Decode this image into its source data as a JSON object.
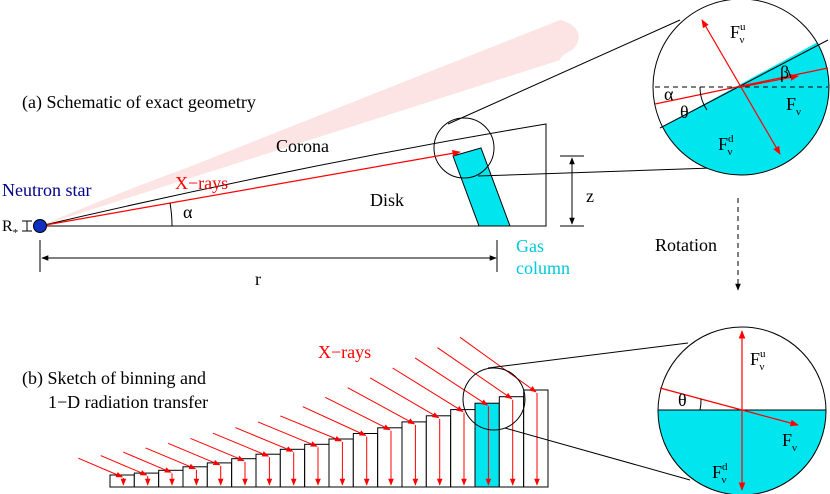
{
  "colors": {
    "corona": "#fde4e4",
    "red": "#ff0000",
    "cyan": "#00e5ee",
    "star": "#1030c0",
    "dark_blue": "#00008b",
    "black": "#000000"
  },
  "panel_a": {
    "caption": "(a)  Schematic of exact geometry",
    "corona_label": "Corona",
    "disk_label": "Disk",
    "xrays_label": "X−rays",
    "alpha_label": "α",
    "neutron_star_label": "Neutron star",
    "r_star_main": "R",
    "r_star_sub": "*",
    "r_label": "r",
    "z_label": "z",
    "gas_column_line1": "Gas",
    "gas_column_line2": "column"
  },
  "inset_a": {
    "f_up_main": "F",
    "f_up_sup": "u",
    "f_up_sub": "ν",
    "f_down_main": "F",
    "f_down_sup": "d",
    "f_down_sub": "ν",
    "f_main": "F",
    "f_sub": "ν",
    "alpha_label": "α",
    "theta_label": "θ",
    "beta_label": "β"
  },
  "rotation_label": "Rotation",
  "panel_b": {
    "caption_line1": "(b)  Sketch of binning and",
    "caption_line2": "1−D radiation transfer",
    "xrays_label": "X−rays",
    "num_bins": 18
  },
  "inset_b": {
    "f_up_main": "F",
    "f_up_sup": "u",
    "f_up_sub": "ν",
    "f_down_main": "F",
    "f_down_sup": "d",
    "f_down_sub": "ν",
    "f_main": "F",
    "f_sub": "ν",
    "theta_label": "θ"
  }
}
